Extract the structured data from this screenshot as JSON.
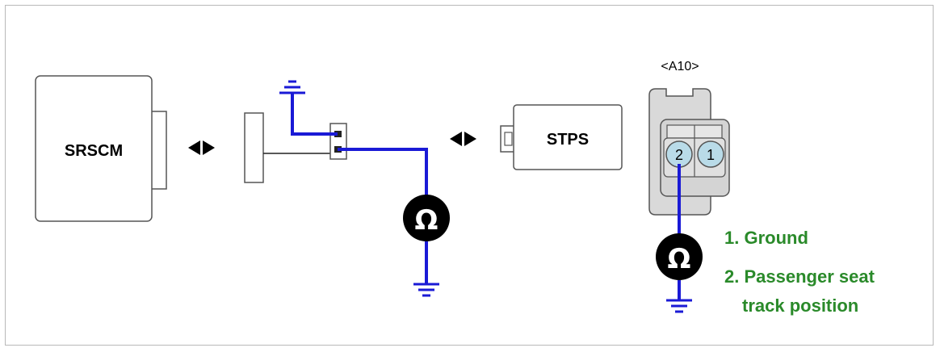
{
  "diagram": {
    "module_label": "SRSCM",
    "sensor_label": "STPS",
    "connector_id": "<A10>",
    "pin_left": "2",
    "pin_right": "1",
    "ohm_symbol": "Ω",
    "legend": {
      "line1": "1. Ground",
      "line2a": "2. Passenger seat",
      "line2b": "track position"
    },
    "colors": {
      "wire": "#1a1ad6",
      "legend_text": "#2a8a2a",
      "pin_fill": "#b9dbe8"
    }
  }
}
